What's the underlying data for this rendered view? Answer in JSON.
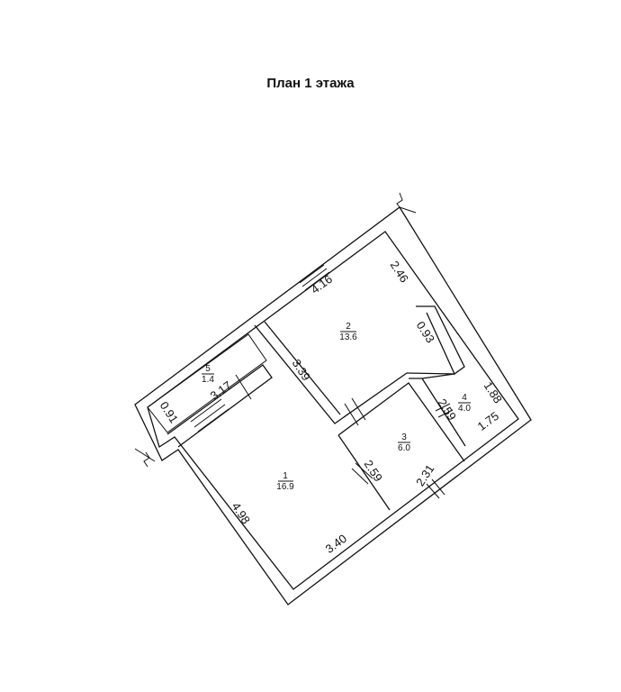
{
  "title": "План 1 этажа",
  "rooms": [
    {
      "number": "1",
      "area": "16.9"
    },
    {
      "number": "2",
      "area": "13.6"
    },
    {
      "number": "3",
      "area": "6.0"
    },
    {
      "number": "4",
      "area": "4.0"
    },
    {
      "number": "5",
      "area": "1.4"
    }
  ],
  "dimensions": {
    "d416": "4.16",
    "d246": "2.46",
    "d093": "0.93",
    "d339": "3.39",
    "d188": "1.88",
    "d175": "1.75",
    "d259a": "2.59",
    "d259b": "2.59",
    "d231": "2.31",
    "d317": "3.17",
    "d091": "0.91",
    "d498": "4.98",
    "d340": "3.40"
  }
}
